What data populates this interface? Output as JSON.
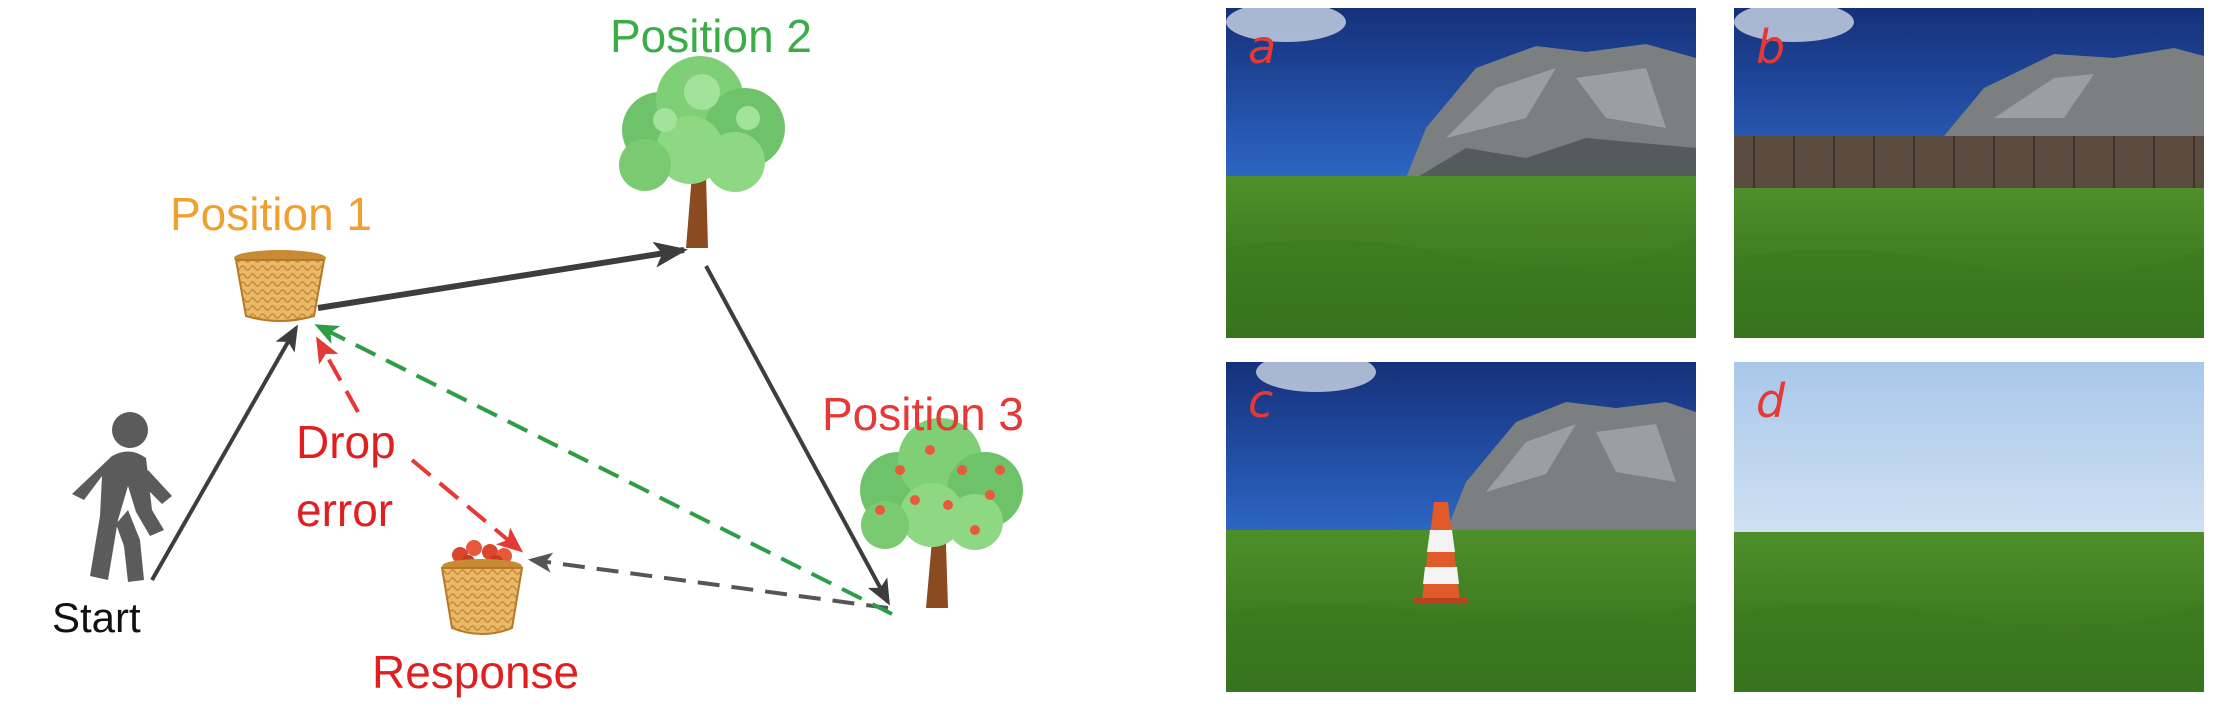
{
  "diagram": {
    "positions": [
      {
        "label": "Position 1",
        "color": "#f0a030"
      },
      {
        "label": "Position 2",
        "color": "#3aad49"
      },
      {
        "label": "Position 3",
        "color": "#e53935"
      }
    ],
    "start_label": "Start",
    "drop_error_label": [
      "Drop",
      "error"
    ],
    "response_label": "Response",
    "colors": {
      "solid_path": "#3d3d3d",
      "response_dash": "#555555",
      "green_dash": "#2e9d44",
      "red_dash": "#e53935",
      "text_dark": "#111111",
      "text_red": "#e02020"
    }
  },
  "panels": [
    {
      "letter": "a",
      "scene": "mountain"
    },
    {
      "letter": "b",
      "scene": "mountain-fence"
    },
    {
      "letter": "c",
      "scene": "mountain-cone"
    },
    {
      "letter": "d",
      "scene": "open-field"
    }
  ]
}
